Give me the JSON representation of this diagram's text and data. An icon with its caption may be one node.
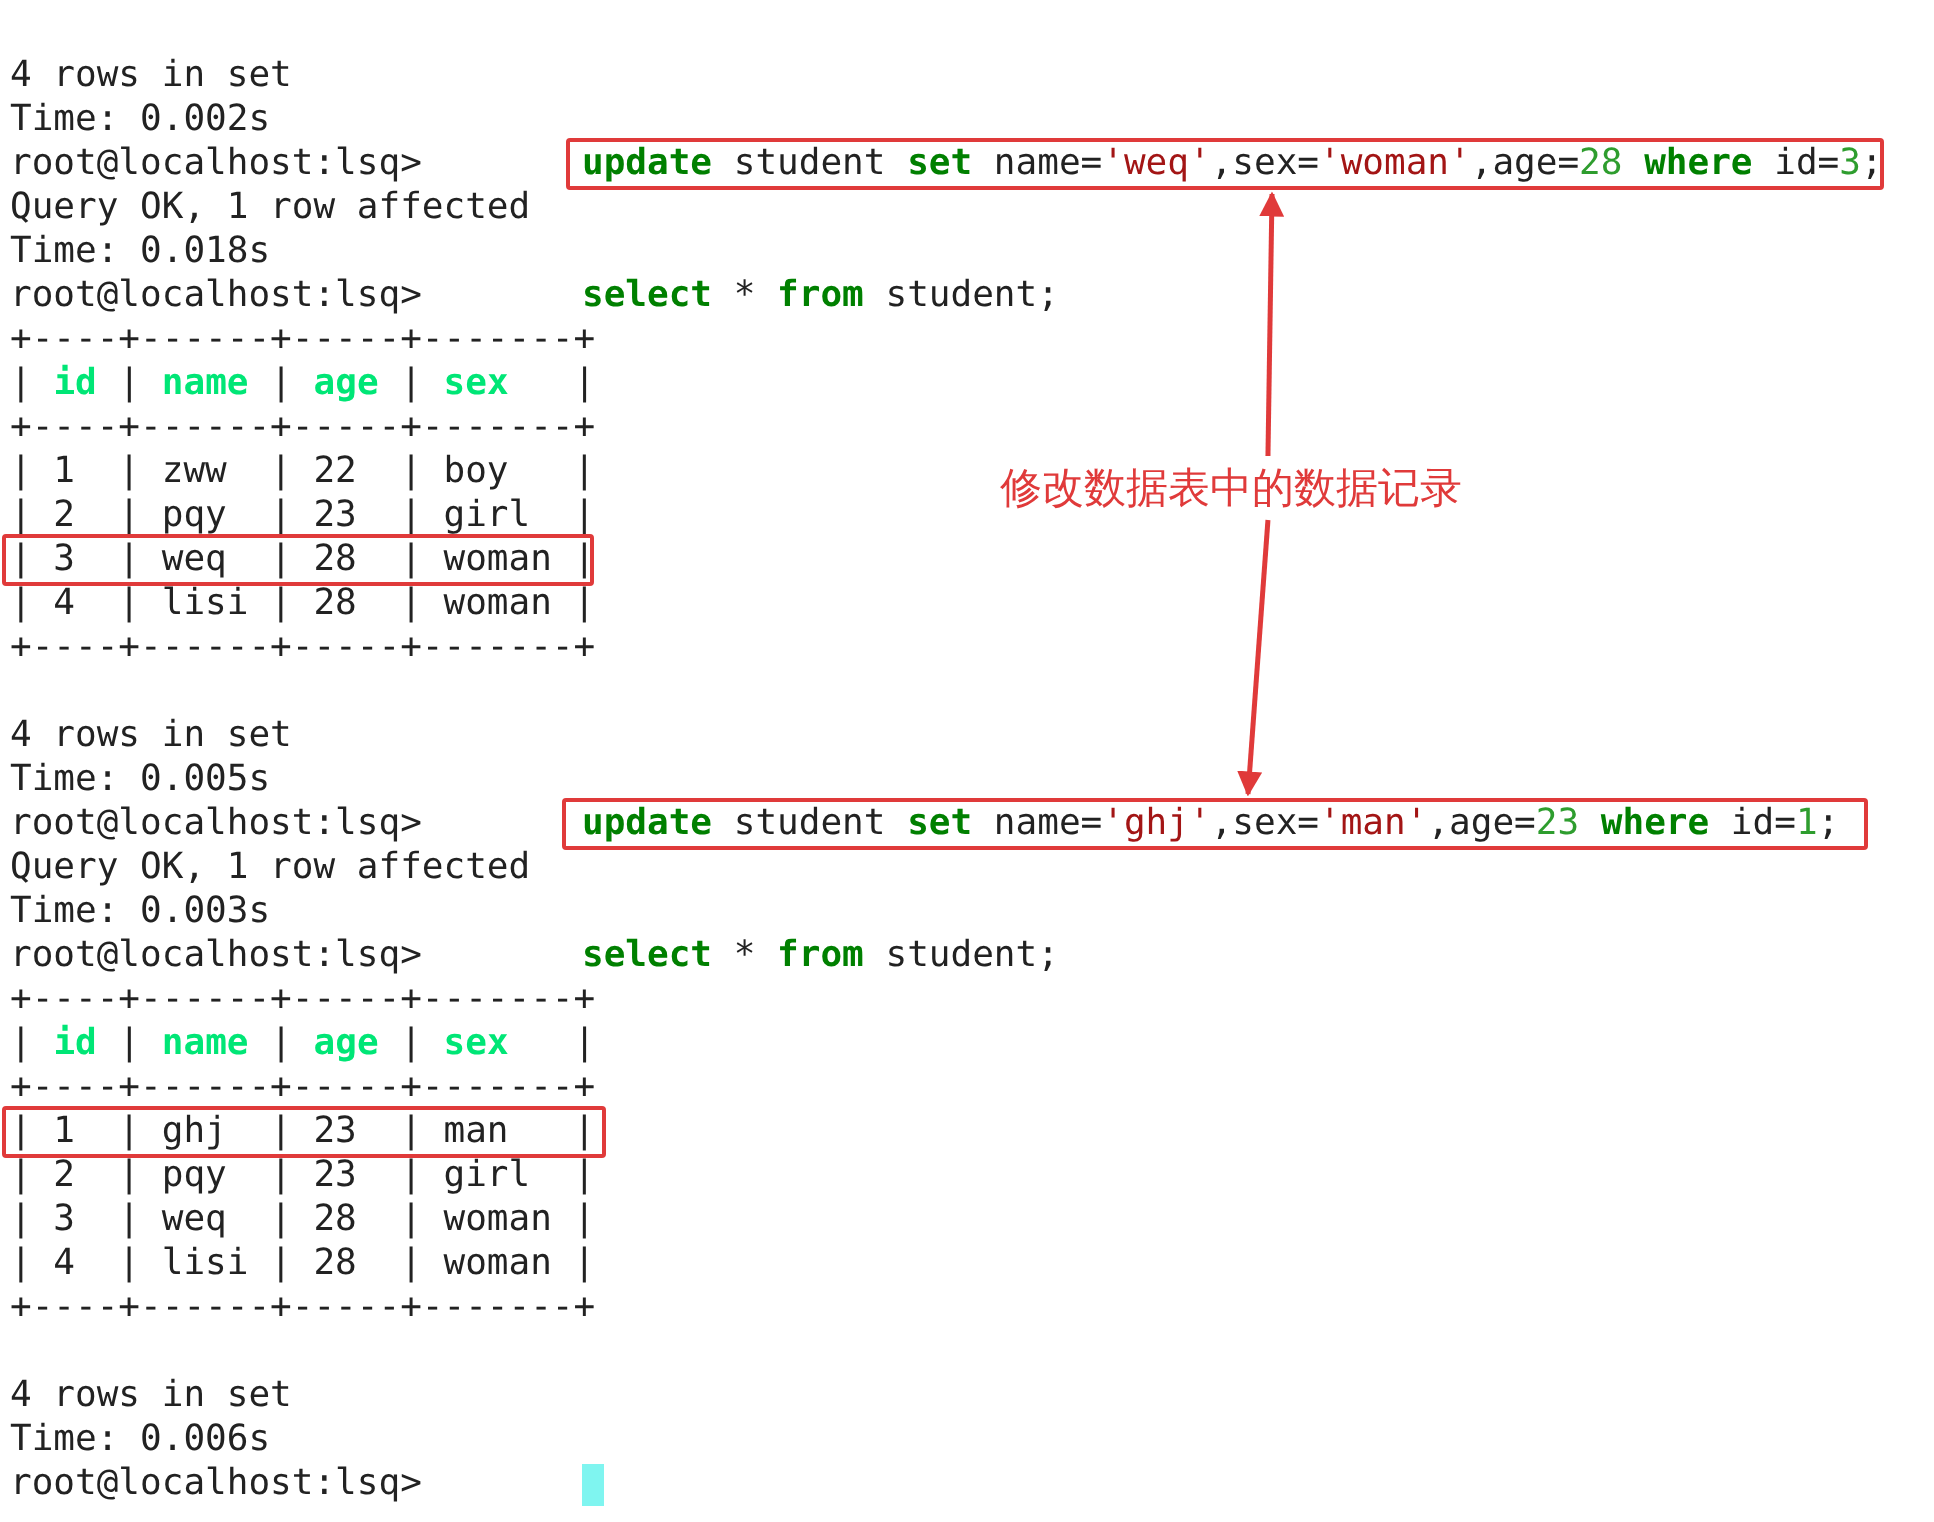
{
  "diagram": {
    "nodes": [
      {
        "text": [
          "**update** student **set** name='weq',sex='woman',age=28 **where** id=3;"
        ]
      },
      {
        "text": [
          "| 3  | weq  | 28  | woman |"
        ]
      },
      {
        "text": [
          "修改数据表中的数据记录"
        ]
      },
      {
        "text": [
          "**update** student **set** name='ghj',sex='man',age=23 **where** id=1;"
        ]
      },
      {
        "text": [
          "| 1  | ghj  | 23  | man   |"
        ]
      }
    ],
    "edges": [
      {
        "from": 2,
        "to": 0,
        "arrow": "to"
      },
      {
        "from": 2,
        "to": 3,
        "arrow": "to"
      }
    ],
    "labels": [
      "4 rows in set",
      "Time: 0.002s",
      "root@localhost:lsq>",
      "Query OK, 1 row affected",
      "Time: 0.018s",
      "root@localhost:lsq>",
      "**select** * **from** student;",
      "+----+------+-----+-------+",
      "| **id** | **name** | **age** | **sex**   |",
      "+----+------+-----+-------+",
      "| 1  | zww  | 22  | boy   |",
      "| 2  | pqy  | 23  | girl  |",
      "| 4  | lisi | 28  | woman |",
      "+----+------+-----+-------+",
      "4 rows in set",
      "Time: 0.005s",
      "root@localhost:lsq>",
      "Query OK, 1 row affected",
      "Time: 0.003s",
      "root@localhost:lsq>",
      "**select** * **from** student;",
      "+----+------+-----+-------+",
      "| **id** | **name** | **age** | **sex**   |",
      "+----+------+-----+-------+",
      "| 2  | pqy  | 23  | girl  |",
      "| 3  | weq  | 28  | woman |",
      "| 4  | lisi | 28  | woman |",
      "+----+------+-----+-------+",
      "4 rows in set",
      "Time: 0.006s",
      "root@localhost:lsq>"
    ]
  }
}
